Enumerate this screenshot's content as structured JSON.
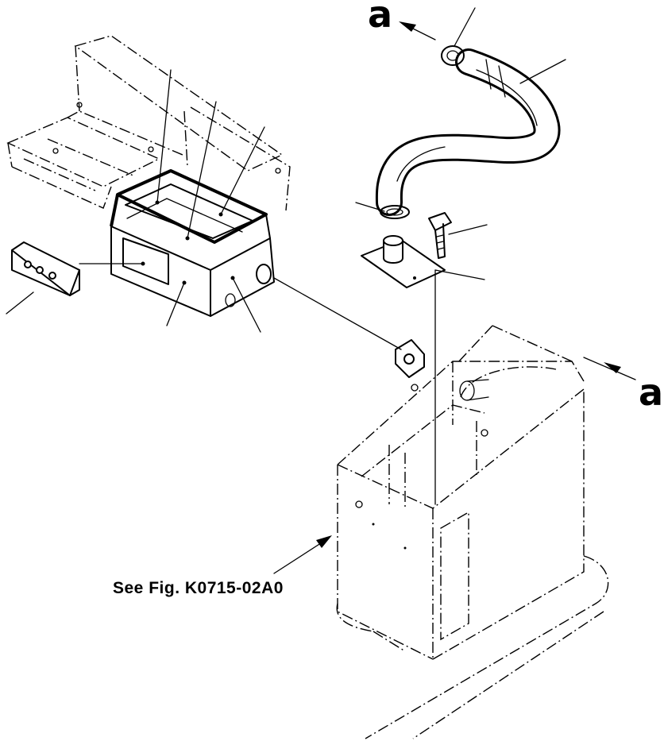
{
  "diagram": {
    "reference_letter_top": "a",
    "reference_letter_right": "a",
    "caption": "See Fig. K0715-02A0",
    "icons": {
      "arrow": "arrow-icon",
      "clamp": "hose-clamp-icon",
      "bolt": "bolt-icon"
    }
  }
}
